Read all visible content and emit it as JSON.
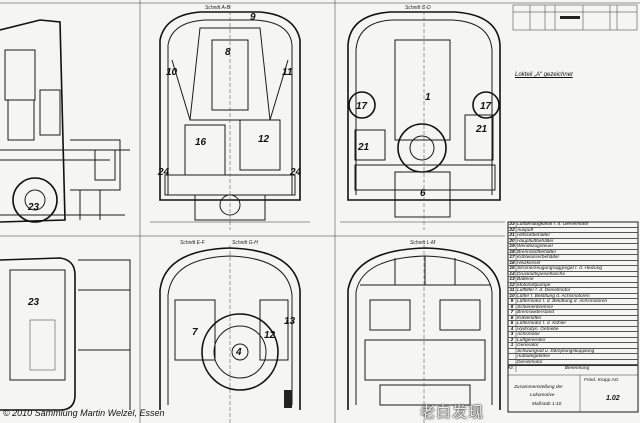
{
  "drawing": {
    "sections": {
      "ab": "Schnitt A-B",
      "cd": "Schnitt C-D",
      "ef": "Schnitt E-F",
      "gh": "Schnitt G-H",
      "lm": "Schnitt L-M"
    },
    "note": "Lokteil „A“ gezeichnet",
    "copyright": "© 2010 Sammlung Martin Welzel, Essen",
    "watermark": "老白发现",
    "part_numbers": {
      "ab": [
        "9",
        "8",
        "10",
        "11",
        "16",
        "12",
        "24",
        "24"
      ],
      "cd": [
        "1",
        "17",
        "17",
        "21",
        "21",
        "6"
      ],
      "ef": [
        "7",
        "4",
        "12",
        "13"
      ],
      "left": [
        "23",
        "23"
      ]
    },
    "legend": {
      "items": [
        {
          "no": "23",
          "text": "Luftansaugkanal f. d. Dieselmotor"
        },
        {
          "no": "22",
          "text": "Auspuff"
        },
        {
          "no": "21",
          "text": "Hilfsluftbehälter"
        },
        {
          "no": "20",
          "text": "Hauptluftbehälter"
        },
        {
          "no": "19",
          "text": "Wendezugsteuer"
        },
        {
          "no": "18",
          "text": "Brennstoffbehälter"
        },
        {
          "no": "17",
          "text": "Kühlwasserbehälter"
        },
        {
          "no": "16",
          "text": "Heizkessel"
        },
        {
          "no": "15",
          "text": "Stromerzeugungsaggregat f. d. Heizung"
        },
        {
          "no": "14",
          "text": "Druckluftspeiseflasche"
        },
        {
          "no": "13",
          "text": "Batterie"
        },
        {
          "no": "12",
          "text": "Motorluftpumpe"
        },
        {
          "no": "11",
          "text": "Luftfilter f. d. Dieselmotor"
        },
        {
          "no": "10",
          "text": "Lüfter f. Belüftung d. Achsmotoren"
        },
        {
          "no": "9",
          "text": "Lüftermotor f. d. Belüftung d. Achsmotoren"
        },
        {
          "no": "8",
          "text": "Schienenbremse"
        },
        {
          "no": "7",
          "text": "Bremswiderstand"
        },
        {
          "no": "6",
          "text": "Kühlerlüfter"
        },
        {
          "no": "5",
          "text": "Lüftermotor f. d. Kühler"
        },
        {
          "no": "4",
          "text": "Hydrodyn. Getriebe"
        },
        {
          "no": "3",
          "text": "Achsmotor"
        },
        {
          "no": "2",
          "text": "Luftgenerator"
        },
        {
          "no": "1",
          "text": "Generator"
        }
      ],
      "extra": [
        "Schwungrad u. Dämpfungskupplung",
        "Aufladegebläse",
        "Dieselmotor"
      ],
      "header": "Benennung",
      "no_header": "Nr."
    },
    "title_block": {
      "title": "Zusammenstellung der",
      "subtitle": "Lokomotive",
      "scale": "Maßstab 1:10",
      "sheet": "1.02",
      "firm": "Fried. Krupp AG"
    }
  }
}
